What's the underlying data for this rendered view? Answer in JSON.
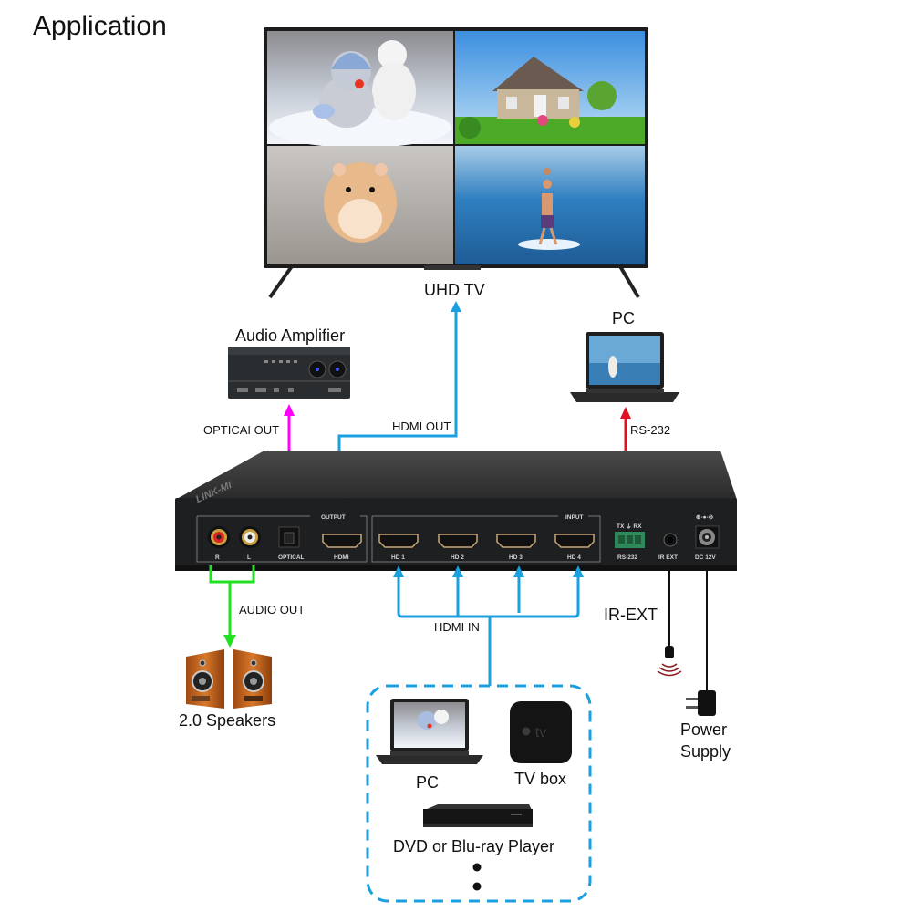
{
  "title": "Application",
  "colors": {
    "hdmi_line": "#1a9fe0",
    "optical_line": "#ff00ff",
    "rs232_line": "#e01020",
    "audio_line": "#22e022",
    "cable": "#111111"
  },
  "devices": {
    "tv": {
      "label": "UHD TV",
      "screens": [
        "snowman",
        "house",
        "hamster",
        "surfer"
      ]
    },
    "amplifier": {
      "label": "Audio Amplifier"
    },
    "pc_top": {
      "label": "PC"
    },
    "speakers": {
      "label": "2.0 Speakers"
    },
    "power": {
      "label_line1": "Power",
      "label_line2": "Supply"
    },
    "ir": {
      "label": "IR-EXT"
    },
    "sources": {
      "pc": {
        "label": "PC"
      },
      "tvbox": {
        "label": "TV box",
        "logo": "tv"
      },
      "dvd": {
        "label": "DVD or Blu-ray Player"
      }
    }
  },
  "connections": {
    "optical_out": "OPTICAI OUT",
    "hdmi_out": "HDMI OUT",
    "rs232": "RS-232",
    "audio_out": "AUDIO OUT",
    "hdmi_in": "HDMI IN"
  },
  "switcher": {
    "brand": "LINK-MI",
    "output_group": "OUTPUT",
    "input_group": "INPUT",
    "ports": {
      "r": "R",
      "l": "L",
      "optical": "OPTICAL",
      "hdmi": "HDMI",
      "hd1": "HD 1",
      "hd2": "HD 2",
      "hd3": "HD 3",
      "hd4": "HD 4",
      "rs232_pins": "TX ⏚ RX",
      "rs232": "RS-232",
      "ir_ext": "IR EXT",
      "dc": "DC 12V",
      "polarity": "⊕-●-⊖"
    }
  }
}
